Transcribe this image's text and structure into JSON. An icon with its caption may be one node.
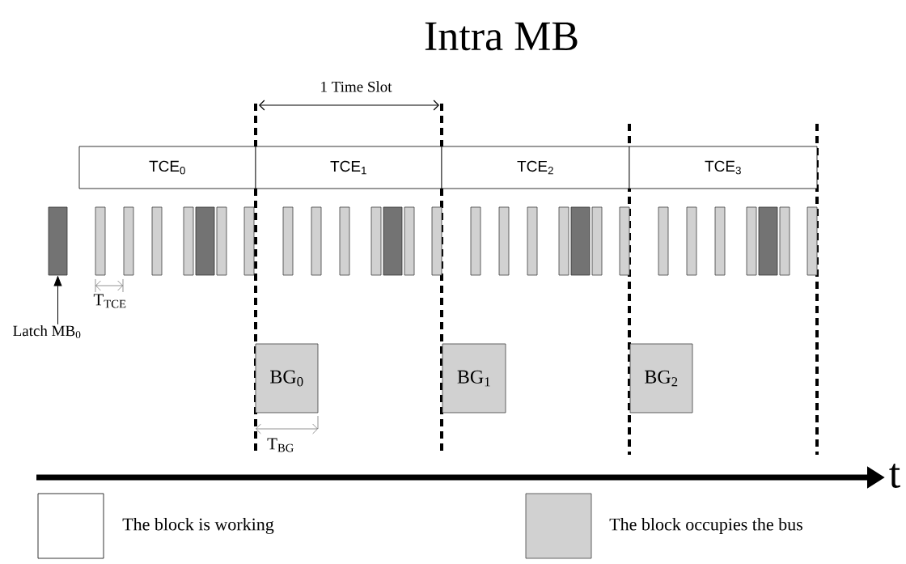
{
  "diagram": {
    "title": "Intra MB",
    "nodes": [
      {
        "text": [
          "TCE$_{0}$"
        ]
      },
      {
        "text": [
          "TCE$_{1}$"
        ]
      },
      {
        "text": [
          "TCE$_{2}$"
        ]
      },
      {
        "text": [
          "TCE$_{3}$"
        ]
      },
      {
        "text": [],
        "shape": "bar"
      },
      {
        "text": [
          "Latch MB$_{0}$"
        ]
      },
      {
        "text": [
          "BG$_{0}$"
        ]
      },
      {
        "text": [
          "BG$_{1}$"
        ]
      },
      {
        "text": [
          "BG$_{2}$"
        ]
      }
    ],
    "edges": [
      {
        "from": 5,
        "to": 4,
        "arrow": "to"
      }
    ],
    "labels": [
      "1 Time Slot",
      "T$_{TCE}$",
      "T$_{BG}$",
      "t"
    ],
    "legend": [
      {
        "text": "The block is working"
      },
      {
        "text": "The block occupies the bus"
      }
    ]
  }
}
